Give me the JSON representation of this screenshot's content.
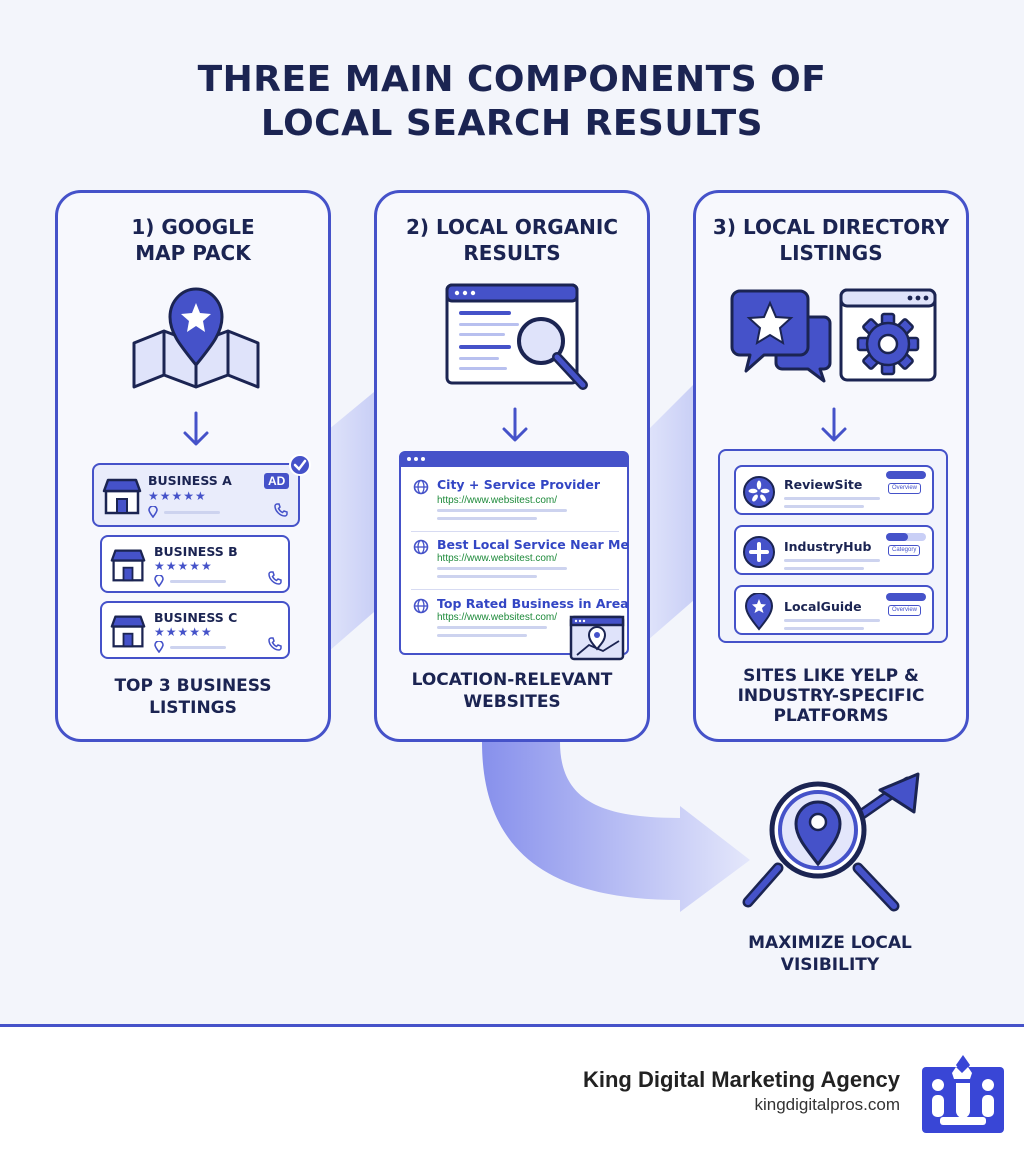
{
  "title": {
    "line1": "THREE MAIN COMPONENTS OF",
    "line2": "LOCAL SEARCH RESULTS"
  },
  "card1": {
    "title_line1": "1) GOOGLE",
    "title_line2": "MAP PACK",
    "listings": [
      {
        "name": "BUSINESS A",
        "badge": "AD"
      },
      {
        "name": "BUSINESS B"
      },
      {
        "name": "BUSINESS C"
      }
    ],
    "stars": "★★★★★",
    "caption_line1": "TOP 3 BUSINESS",
    "caption_line2": "LISTINGS"
  },
  "card2": {
    "title_line1": "2) LOCAL ORGANIC",
    "title_line2": "RESULTS",
    "results": [
      {
        "title": "City + Service Provider",
        "url": "https://www.websitest.com/"
      },
      {
        "title": "Best Local Service Near Me",
        "url": "https://www.websitest.com/"
      },
      {
        "title": "Top Rated Business in Area",
        "url": "https://www.websitest.com/"
      }
    ],
    "caption_line1": "LOCATION-RELEVANT",
    "caption_line2": "WEBSITES"
  },
  "card3": {
    "title_line1": "3) LOCAL DIRECTORY",
    "title_line2": "LISTINGS",
    "sites": [
      {
        "name": "ReviewSite",
        "tag": "Overview",
        "icon": "yelp-burst-icon"
      },
      {
        "name": "IndustryHub",
        "tag": "Category",
        "icon": "plus-icon"
      },
      {
        "name": "LocalGuide",
        "tag": "Overview",
        "icon": "star-pin-icon"
      }
    ],
    "caption_line1": "SITES LIKE YELP &",
    "caption_line2": "INDUSTRY-SPECIFIC",
    "caption_line3": "PLATFORMS"
  },
  "goal": {
    "line1": "MAXIMIZE LOCAL",
    "line2": "VISIBILITY"
  },
  "footer": {
    "brand": "King Digital Marketing Agency",
    "url": "kingdigitalpros.com"
  },
  "colors": {
    "accent": "#4552c9",
    "navy": "#1b2452",
    "link_green": "#1d8a3a",
    "background": "#f3f5fb"
  }
}
